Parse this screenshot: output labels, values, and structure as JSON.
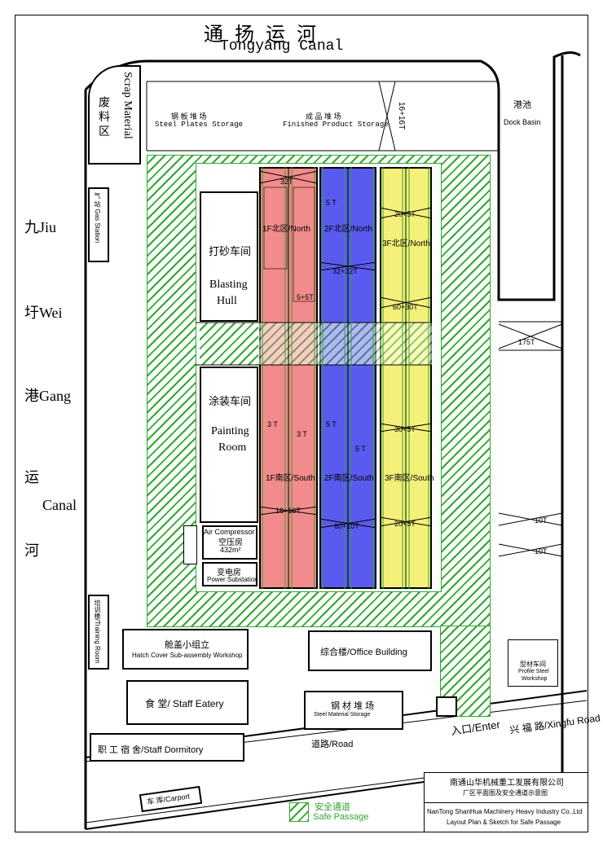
{
  "canal_top": {
    "cn": "通 扬 运 河",
    "en": "Tongyang Canal"
  },
  "canal_left": {
    "c1": "九Jiu",
    "c2": "圩Wei",
    "c3": "港Gang",
    "c4": "运",
    "c5": "Canal",
    "c6": "河"
  },
  "scrap": {
    "en": "Scrap Material",
    "cn": "废 料 区"
  },
  "steel_plates": {
    "cn": "钢 板 堆 场",
    "en": "Steel Plates Storage"
  },
  "finished": {
    "cn": "成 品 堆 场",
    "en": "Finished Product Storage"
  },
  "crane_top": "16+16T",
  "dock": {
    "cn": "港池",
    "en": "Dock Basin"
  },
  "gas_station": "气 站 Gas Station",
  "blasting": {
    "cn": "打砂车间",
    "en1": "Blasting",
    "en2": "Hull"
  },
  "painting": {
    "cn": "涂装车间",
    "en1": "Painting",
    "en2": "Room"
  },
  "bay1n": "1F北区/North",
  "bay2n": "2F北区/North",
  "bay3n": "3F北区/North",
  "bay1s": "1F南区/South",
  "bay2s": "2F南区/South",
  "bay3s": "3F南区/South",
  "cranes": {
    "c1": "32T",
    "c2": "5 T",
    "c3": "20+5T",
    "c4": "32+32T",
    "c5": "5+5T",
    "c6": "60+30T",
    "c7": "3 T",
    "c8": "5 T",
    "c9": "3 T",
    "c10": "5 T",
    "c11": "30+5T",
    "c12": "16+16T",
    "c13": "60+10T",
    "c14": "20+5T",
    "c15": "175T",
    "c16": "10T",
    "c17": "10T"
  },
  "air_comp": {
    "en": "Air Compressor",
    "cn": "空压房",
    "size": "432m²"
  },
  "substation": {
    "cn": "变电房",
    "en": "Power Substation"
  },
  "hatch": {
    "cn": "舱盖小组立",
    "en": "Hatch Cover Sub-assembly Workshop"
  },
  "office": "综合楼/Office Building",
  "profile": {
    "cn": "型材车间",
    "en1": "Profile Steel",
    "en2": "Workshop"
  },
  "eatery": "食    堂/ Staff Eatery",
  "steel_material": {
    "cn": "钢 材 堆 场",
    "en": "Steel Material Storage"
  },
  "training": "培训楼/Training Room",
  "dormitory": "职 工 宿 舍/Staff Dormitory",
  "road": "道路/Road",
  "enter": "入口/Enter",
  "xingfu": "兴 福 路/Xingfu Road",
  "carport": "车 库/Carport",
  "legend": {
    "cn": "安全通道",
    "en": "Safe Passage"
  },
  "company": {
    "cn1": "南通山华机械重工发展有限公司",
    "cn2": "厂区平面图及安全通道示意图",
    "en1": "NanTong ShanHua Machinery Heavy Industry Co.,Ltd",
    "en2": "Layout Plan & Sketch for Safe Passage"
  },
  "colors": {
    "hatch": "#2fa72f",
    "bay1": "#f28b8b",
    "bay2": "#5a5af0",
    "bay3": "#f4f07a"
  }
}
